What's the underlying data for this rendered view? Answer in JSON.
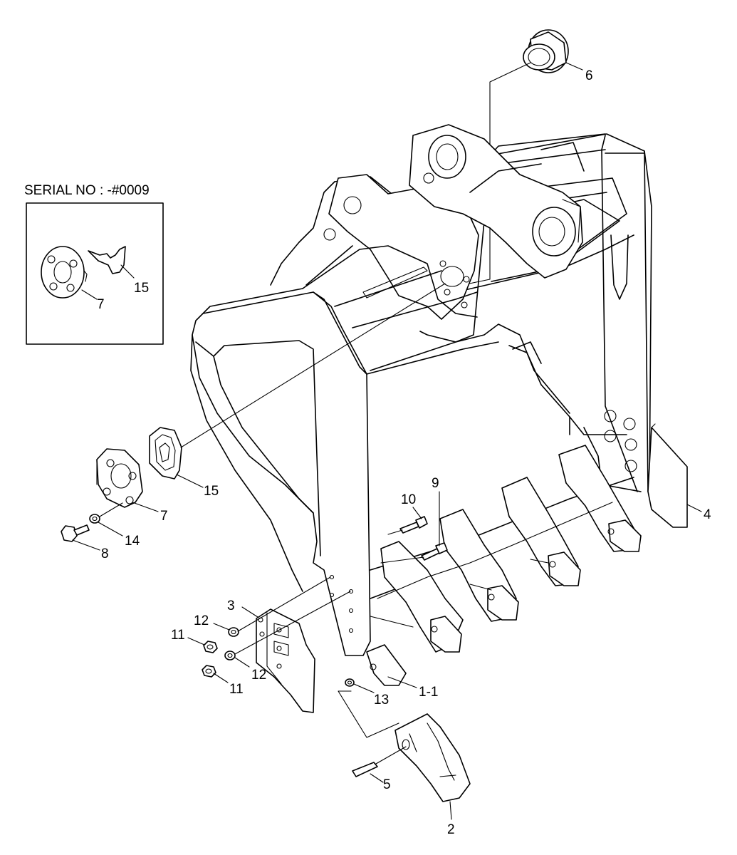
{
  "inset": {
    "serial_caption": "SERIAL NO : -#0009",
    "labels": [
      "15",
      "7"
    ]
  },
  "callouts": [
    "6",
    "4",
    "15",
    "7",
    "14",
    "8",
    "10",
    "9",
    "3",
    "12",
    "11",
    "12",
    "11",
    "13",
    "1-1",
    "5",
    "2"
  ]
}
